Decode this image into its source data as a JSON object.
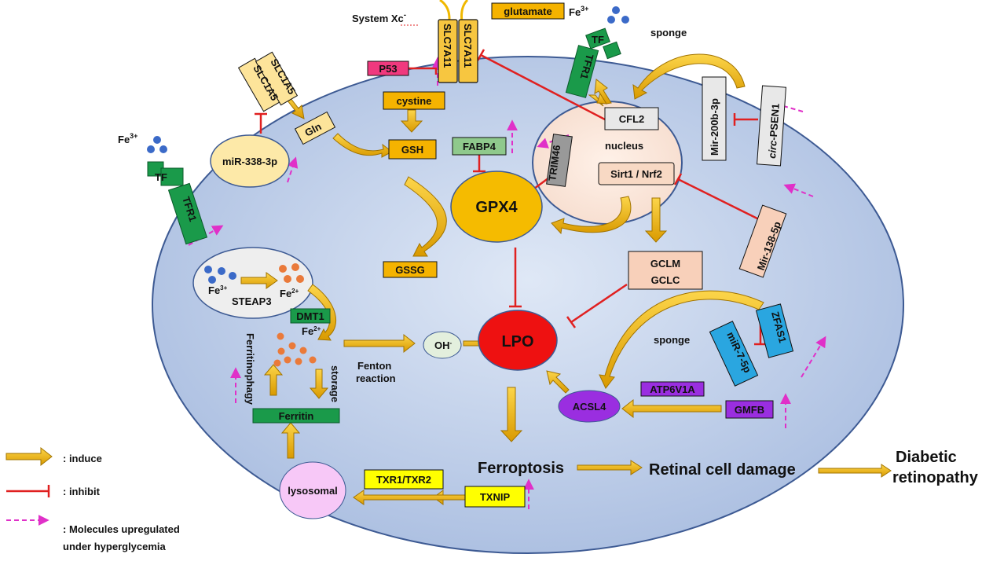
{
  "labels": {
    "system_xc": "System Xc",
    "system_xc_sup": "-",
    "glutamate": "glutamate",
    "fe3_top": "Fe",
    "fe3_sup": "3+",
    "sponge_top": "sponge",
    "slc7a11_a": "SLC7A11",
    "slc7a11_b": "SLC7A11",
    "tf_top": "TF",
    "tfr1_top": "TFR1",
    "p53": "P53",
    "cystine": "cystine",
    "gsh": "GSH",
    "fabp4": "FABP4",
    "slc1a5_a": "SLC1A5",
    "slc1a5_b": "SLC1A5",
    "gln": "Gln",
    "mir338": "miR-338-3p",
    "fe3_left": "Fe",
    "fe3_left_sup": "3+",
    "tf_left": "TF",
    "tfr1_left": "TFR1",
    "cfl2": "CFL2",
    "nucleus": "nucleus",
    "trim46": "TRIM46",
    "sirt1_nrf2": "Sirt1 / Nrf2",
    "mir200b": "Mir-200b-3p",
    "circ_italic": "circ",
    "circ_rest": "-PSEN1",
    "mir138": "Mir-138-5p",
    "gpx4": "GPX4",
    "gssg": "GSSG",
    "gclm": "GCLM",
    "gclc": "GCLC",
    "fe3_steap": "Fe",
    "fe3_steap_sup": "3+",
    "steap3": "STEAP3",
    "fe2_steap": "Fe",
    "fe2_steap_sup": "2+",
    "dmt1": "DMT1",
    "fe2_mid": "Fe",
    "fe2_mid_sup": "2+",
    "ferritinophagy": "Ferritinophagy",
    "storage": "storage",
    "ferritin": "Ferritin",
    "fenton_1": "Fenton",
    "fenton_2": "reaction",
    "oh": "OH",
    "oh_sup": "-",
    "lpo": "LPO",
    "sponge_mid": "sponge",
    "zfas1": "ZFAS1",
    "mir7": "miR-7-5p",
    "atp6v1a": "ATP6V1A",
    "acsl4": "ACSL4",
    "gmfb": "GMFB",
    "ferroptosis": "Ferroptosis",
    "retinal_damage": "Retinal cell damage",
    "diabetic_1": "Diabetic",
    "diabetic_2": "retinopathy",
    "txr": "TXR1/TXR2",
    "txnip": "TXNIP",
    "lysosomal": "lysosomal"
  },
  "legend": {
    "induce": ": induce",
    "inhibit": ": inhibit",
    "upregulated_1": ": Molecules upregulated",
    "upregulated_2": "under hyperglycemia"
  },
  "colors": {
    "cell_fill": "#b7c8e6",
    "cell_stroke": "#3d5a93",
    "induce_arrow": "#f0b800",
    "inhibit": "#e02020",
    "upregulated": "#e030c8",
    "gpx4": "#f5bb00",
    "lpo": "#ee1111",
    "acsl4": "#9a2ee0",
    "green_box": "#1a9a4a",
    "yellow_box": "#ffff00",
    "blue_box": "#2aa6e0",
    "pink_box": "#f0397e",
    "purple_box": "#9a2ee0"
  }
}
